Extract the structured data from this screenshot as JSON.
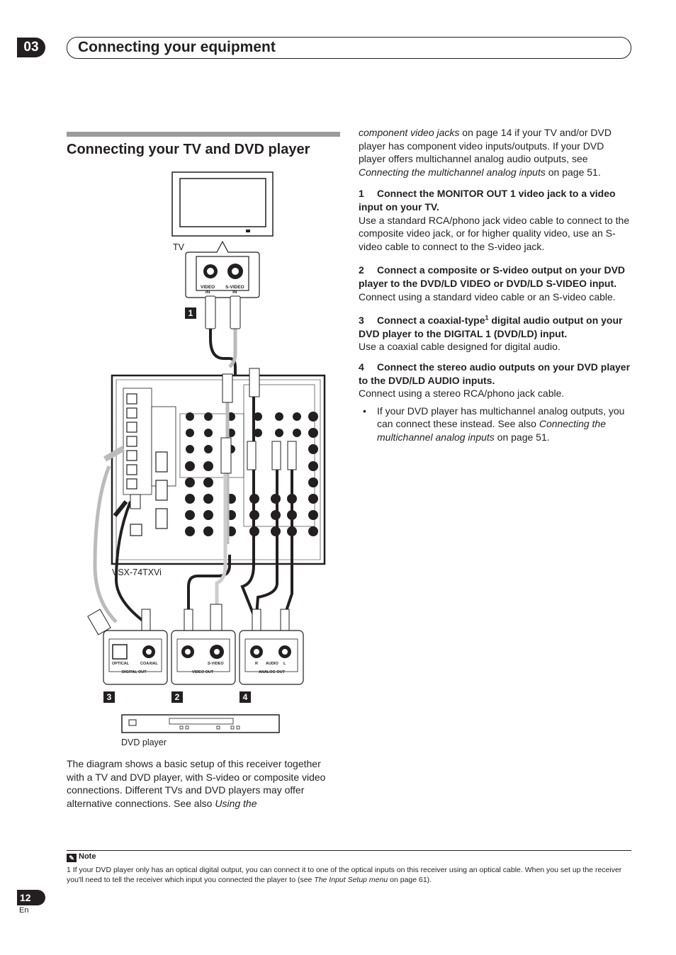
{
  "header": {
    "chapter_number": "03",
    "chapter_title": "Connecting your equipment"
  },
  "section": {
    "title": "Connecting your TV and DVD player"
  },
  "diagram": {
    "tv_label": "TV",
    "tv_jack_video": "VIDEO\nIN",
    "tv_jack_svideo": "S-VIDEO\nIN",
    "receiver_label": "VSX-74TXVi",
    "dvd_label": "DVD player",
    "dvd_jacks": {
      "optical": "OPTICAL",
      "coaxial": "COAXIAL",
      "digital_out": "DIGITAL OUT",
      "svideo": "S-VIDEO",
      "video_out": "VIDEO OUT",
      "r": "R",
      "audio": "AUDIO",
      "l": "L",
      "analog_out": "ANALOG OUT"
    },
    "badges": [
      "1",
      "3",
      "2",
      "4"
    ]
  },
  "intro": {
    "text": "The diagram shows a basic setup of this receiver together with a TV and DVD player, with S-video or composite video connections. Different TVs and DVD players may offer alternative connections. See also ",
    "italic": "Using the"
  },
  "right": {
    "cont_italic1": "component video jacks",
    "cont_text1": " on page 14 if your TV and/or DVD player has component video inputs/outputs. If your DVD player offers multichannel analog audio outputs, see ",
    "cont_italic2": "Connecting the multichannel analog inputs",
    "cont_text2": " on page 51.",
    "steps": [
      {
        "n": "1",
        "head": "Connect the MONITOR OUT 1 video jack to a video input on your TV.",
        "body": "Use a standard RCA/phono jack video cable to connect to the composite video jack, or for higher quality video, use an S-video cable to connect to the S-video jack."
      },
      {
        "n": "2",
        "head": "Connect a composite or S-video output on your DVD player to the DVD/LD VIDEO or DVD/LD S-VIDEO input.",
        "body": "Connect using a standard video cable or an S-video cable."
      },
      {
        "n": "3",
        "head_a": "Connect a coaxial-type",
        "sup": "1",
        "head_b": " digital audio output on your DVD player to the DIGITAL 1 (DVD/LD) input.",
        "body": "Use a coaxial cable designed for digital audio."
      },
      {
        "n": "4",
        "head": "Connect the stereo audio outputs on your DVD player to the DVD/LD AUDIO inputs.",
        "body": "Connect using a stereo RCA/phono jack cable."
      }
    ],
    "bullet_text": "If your DVD player has multichannel analog outputs, you can connect these instead. See also ",
    "bullet_italic": "Connecting the multichannel analog inputs",
    "bullet_text2": " on page 51."
  },
  "note": {
    "label": "Note",
    "text": "1  If your DVD player only has an optical digital output, you can connect it to one of the optical inputs on this receiver using an optical cable. When you set up the receiver you'll need to tell the receiver which input you connected the player to (see ",
    "italic": "The Input Setup menu",
    "text2": " on page 61)."
  },
  "footer": {
    "page_number": "12",
    "lang": "En"
  }
}
